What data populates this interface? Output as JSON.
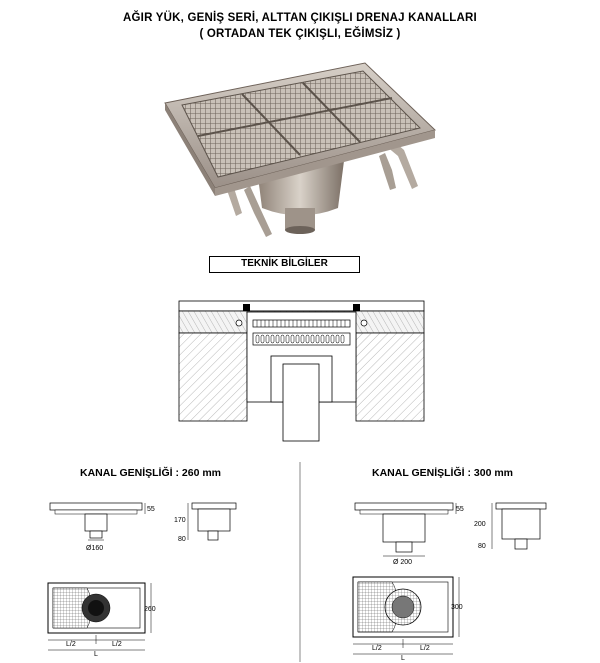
{
  "header": {
    "title_line1": "AĞIR YÜK, GENİŞ SERİ, ALTTAN ÇIKIŞLI DRENAJ KANALLARI",
    "title_line2": "( ORTADAN TEK ÇIKIŞLI, EĞİMSİZ )"
  },
  "tech_label": "TEKNİK BİLGİLER",
  "left": {
    "section_title": "KANAL GENİŞLİĞİ : 260 mm",
    "dim_top_depth": "55",
    "dim_diameter": "Ø160",
    "dim_side_height": "170",
    "dim_side_outlet": "80",
    "dim_plan_width": "260",
    "dim_half_a": "L/2",
    "dim_half_b": "L/2",
    "dim_length": "L"
  },
  "right": {
    "section_title": "KANAL GENİŞLİĞİ : 300 mm",
    "dim_top_depth": "55",
    "dim_diameter": "Ø 200",
    "dim_side_height": "200",
    "dim_side_outlet": "80",
    "dim_plan_width": "300",
    "dim_half_a": "L/2",
    "dim_half_b": "L/2",
    "dim_length": "L"
  }
}
